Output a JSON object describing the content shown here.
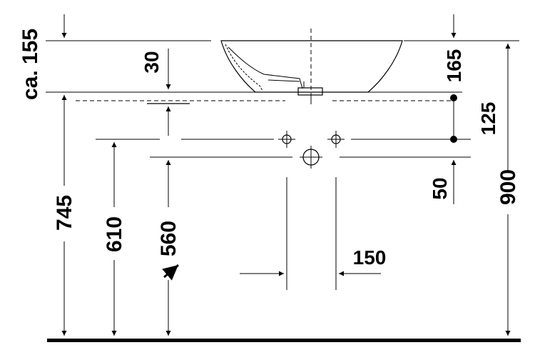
{
  "diagram": {
    "dimensions": {
      "ca155": "ca. 155",
      "d30": "30",
      "d165": "165",
      "d125": "125",
      "d50": "50",
      "d900": "900",
      "d745": "745",
      "d610": "610",
      "d560": "560",
      "d150": "150"
    }
  }
}
